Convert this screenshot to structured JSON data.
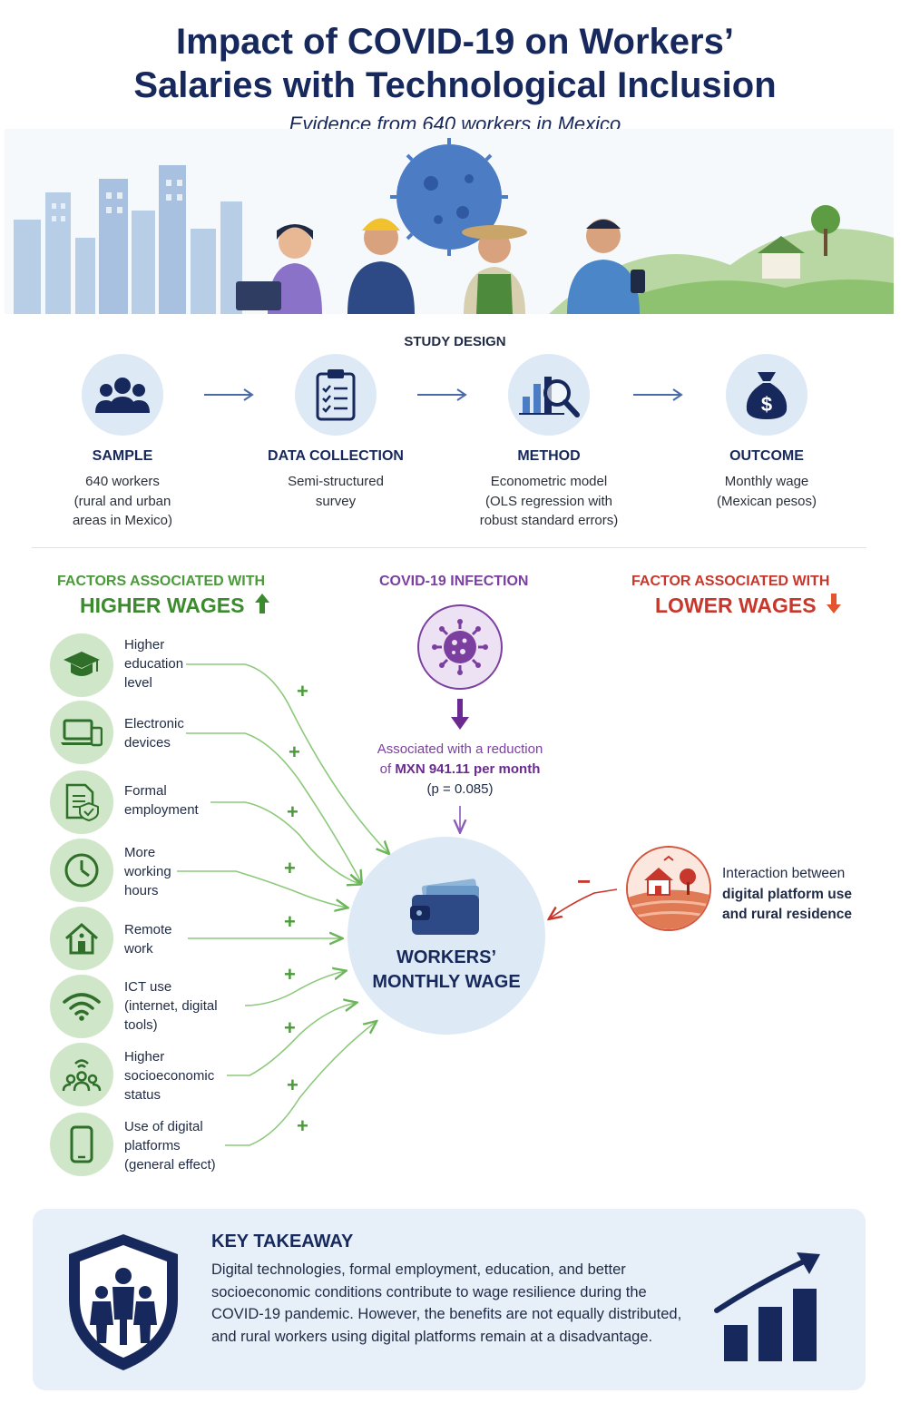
{
  "header": {
    "title_line1": "Impact of COVID-19 on Workers’",
    "title_line2": "Salaries with Technological Inclusion",
    "subtitle": "Evidence from 640 workers in Mexico"
  },
  "study_design": {
    "label": "STUDY DESIGN",
    "steps": [
      {
        "title": "SAMPLE",
        "desc": [
          "640 workers",
          "(rural and urban",
          "areas in Mexico)"
        ],
        "icon": "people-group-icon"
      },
      {
        "title": "DATA COLLECTION",
        "desc": [
          "Semi-structured",
          "survey"
        ],
        "icon": "clipboard-checklist-icon"
      },
      {
        "title": "METHOD",
        "desc": [
          "Econometric model",
          "(OLS regression with",
          "robust standard errors)"
        ],
        "icon": "chart-magnifier-icon"
      },
      {
        "title": "OUTCOME",
        "desc": [
          "Monthly wage",
          "(Mexican pesos)"
        ],
        "icon": "money-bag-icon"
      }
    ]
  },
  "higher": {
    "label_small": "FACTORS ASSOCIATED WITH",
    "label_big": "HIGHER WAGES",
    "factors": [
      {
        "lines": [
          "Higher",
          "education",
          "level"
        ],
        "icon": "graduation-cap-icon",
        "sign": "+"
      },
      {
        "lines": [
          "Electronic",
          "devices"
        ],
        "icon": "laptop-phone-icon",
        "sign": "+"
      },
      {
        "lines": [
          "Formal",
          "employment"
        ],
        "icon": "document-shield-icon",
        "sign": "+"
      },
      {
        "lines": [
          "More",
          "working",
          "hours"
        ],
        "icon": "clock-icon",
        "sign": "+"
      },
      {
        "lines": [
          "Remote",
          "work"
        ],
        "icon": "home-icon",
        "sign": "+"
      },
      {
        "lines": [
          "ICT use",
          "(internet, digital",
          "tools)"
        ],
        "icon": "wifi-icon",
        "sign": "+"
      },
      {
        "lines": [
          "Higher",
          "socioeconomic",
          "status"
        ],
        "icon": "connected-people-icon",
        "sign": "+"
      },
      {
        "lines": [
          "Use of digital",
          "platforms",
          "(general effect)"
        ],
        "icon": "smartphone-icon",
        "sign": "+"
      }
    ]
  },
  "covid": {
    "label": "COVID-19 INFECTION",
    "line1": "Associated with a reduction",
    "line2_prefix": "of ",
    "line2_bold": "MXN 941.11 per month",
    "line3": "(p = 0.085)"
  },
  "outcome": {
    "line1": "WORKERS’",
    "line2": "MONTHLY WAGE"
  },
  "lower": {
    "label_small": "FACTOR ASSOCIATED WITH",
    "label_big": "LOWER WAGES",
    "sign": "−",
    "text_line1": "Interaction between",
    "text_line2": "digital platform use",
    "text_line3": "and rural residence"
  },
  "takeaway": {
    "title": "KEY TAKEAWAY",
    "text": "Digital technologies, formal employment, education, and better socioeconomic conditions contribute to wage resilience during the COVID-19 pandemic. However, the benefits are not equally distributed, and rural workers using digital platforms remain at a disadvantage."
  },
  "colors": {
    "navy": "#17295c",
    "green": "#3c8a2e",
    "purple": "#7b3fa0",
    "red": "#c8372b",
    "light_blue": "#dde9f5"
  }
}
